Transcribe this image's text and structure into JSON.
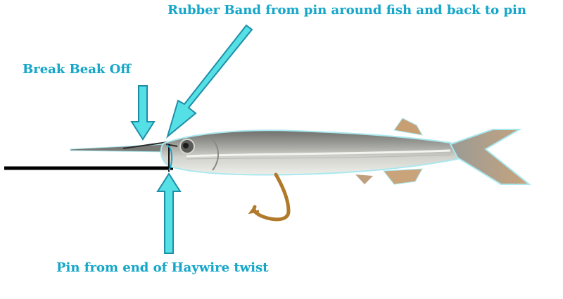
{
  "labels": {
    "rubber_band": "Rubber Band from pin around fish and back to pin",
    "break_beak": "Break Beak Off",
    "pin": "Pin from end of Haywire twist"
  },
  "colors": {
    "label_text": "#17a6c8",
    "arrow_fill": "#55e0e6",
    "arrow_outline": "#1e8ea8",
    "wire": "#000000",
    "hook": "#b07a2a",
    "fish_back": "#8e8f8a",
    "fish_belly": "#e6e6e0",
    "fish_fin": "#c9a078"
  },
  "icons": {
    "fish": "ballyhoo-fish-icon",
    "hook": "fishing-hook-icon",
    "arrow": "diagram-arrow-icon"
  }
}
